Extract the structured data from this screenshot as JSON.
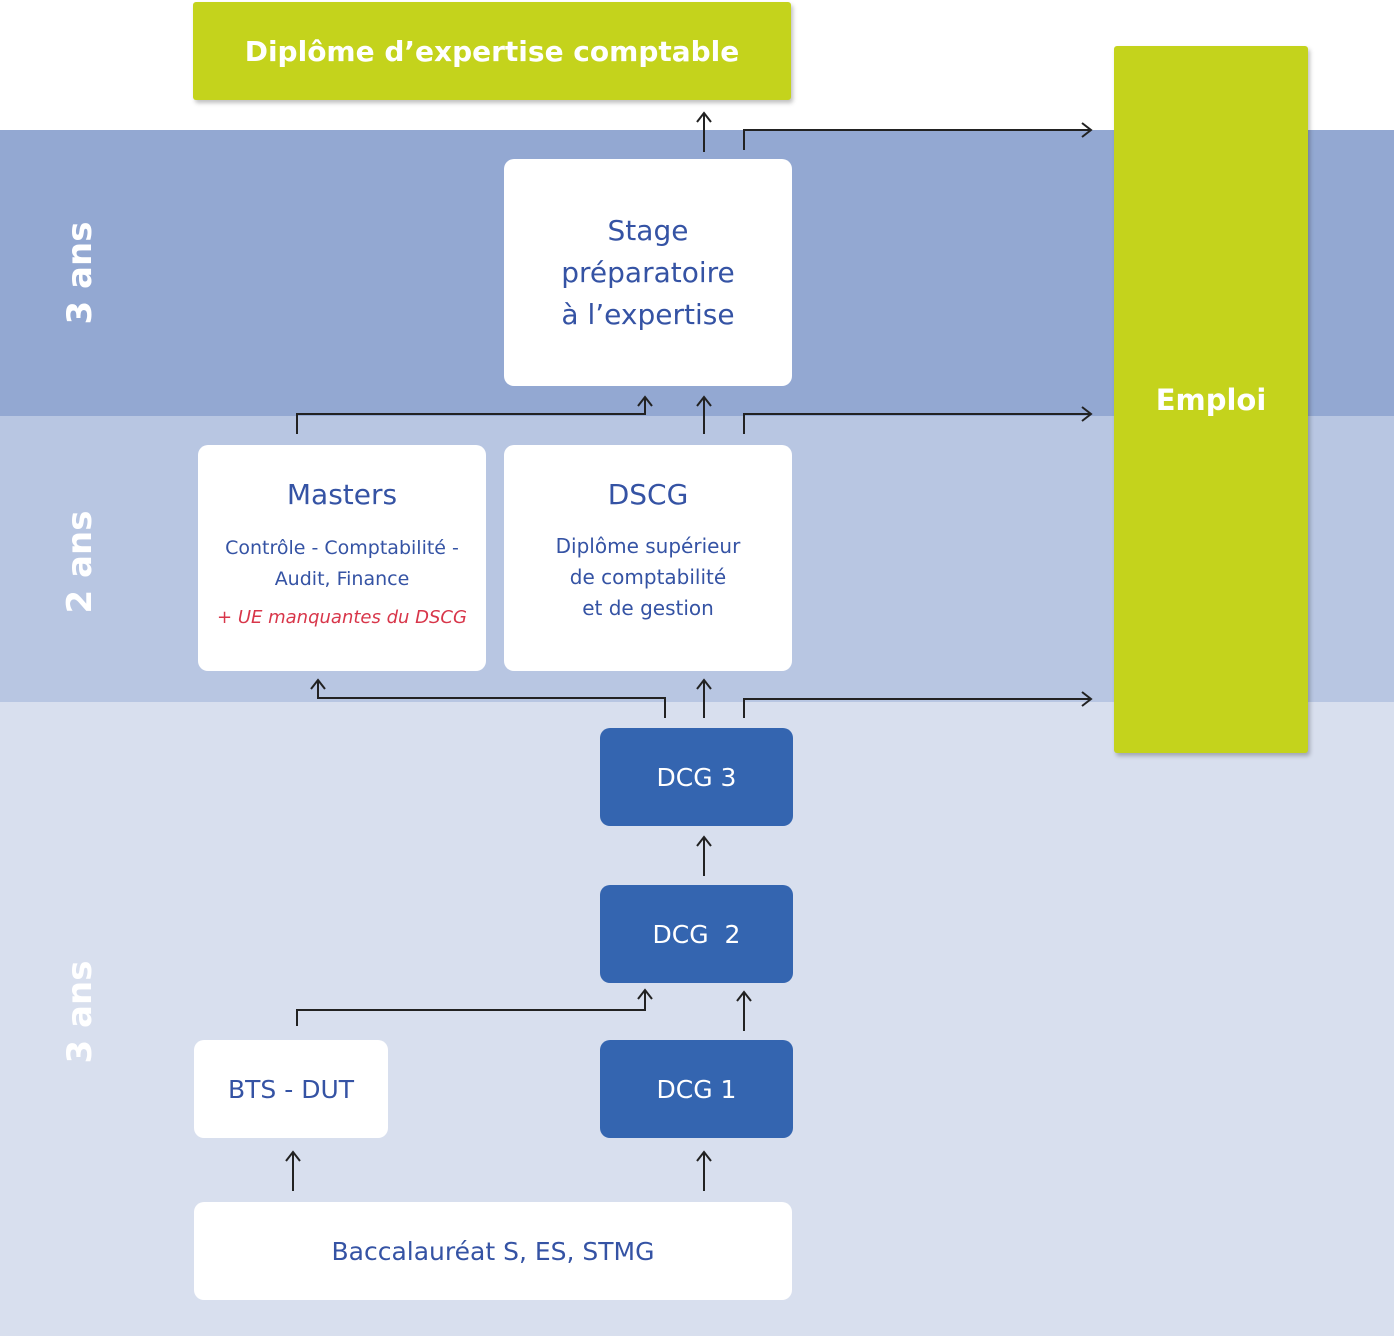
{
  "header": {
    "title": "Diplôme d’expertise comptable"
  },
  "employment": {
    "label": "Emploi"
  },
  "durations": {
    "top": "3 ans",
    "middle": "2 ans",
    "bottom": "3 ans"
  },
  "stage": {
    "line1": "Stage",
    "line2": "préparatoire",
    "line3": "à l’expertise"
  },
  "masters": {
    "title": "Masters",
    "subtitle_line1": "Contrôle - Comptabilité -",
    "subtitle_line2": "Audit, Finance",
    "note": "+ UE manquantes du DSCG"
  },
  "dscg": {
    "title": "DSCG",
    "line1": "Diplôme supérieur",
    "line2": "de comptabilité",
    "line3": "et de gestion"
  },
  "dcg3": {
    "label": "DCG 3"
  },
  "dcg2": {
    "label": "DCG  2"
  },
  "dcg1": {
    "label": "DCG 1"
  },
  "bts": {
    "label": "BTS - DUT"
  },
  "bac": {
    "label": "Baccalauréat S, ES, STMG"
  },
  "colors": {
    "band_top": "#93a8d2",
    "band_middle": "#b8c6e2",
    "band_bottom": "#d8dfee",
    "green": "#c4d31c",
    "blue_box": "#3465b0",
    "text_blue": "#3553a4",
    "note_red": "#d8364a"
  }
}
